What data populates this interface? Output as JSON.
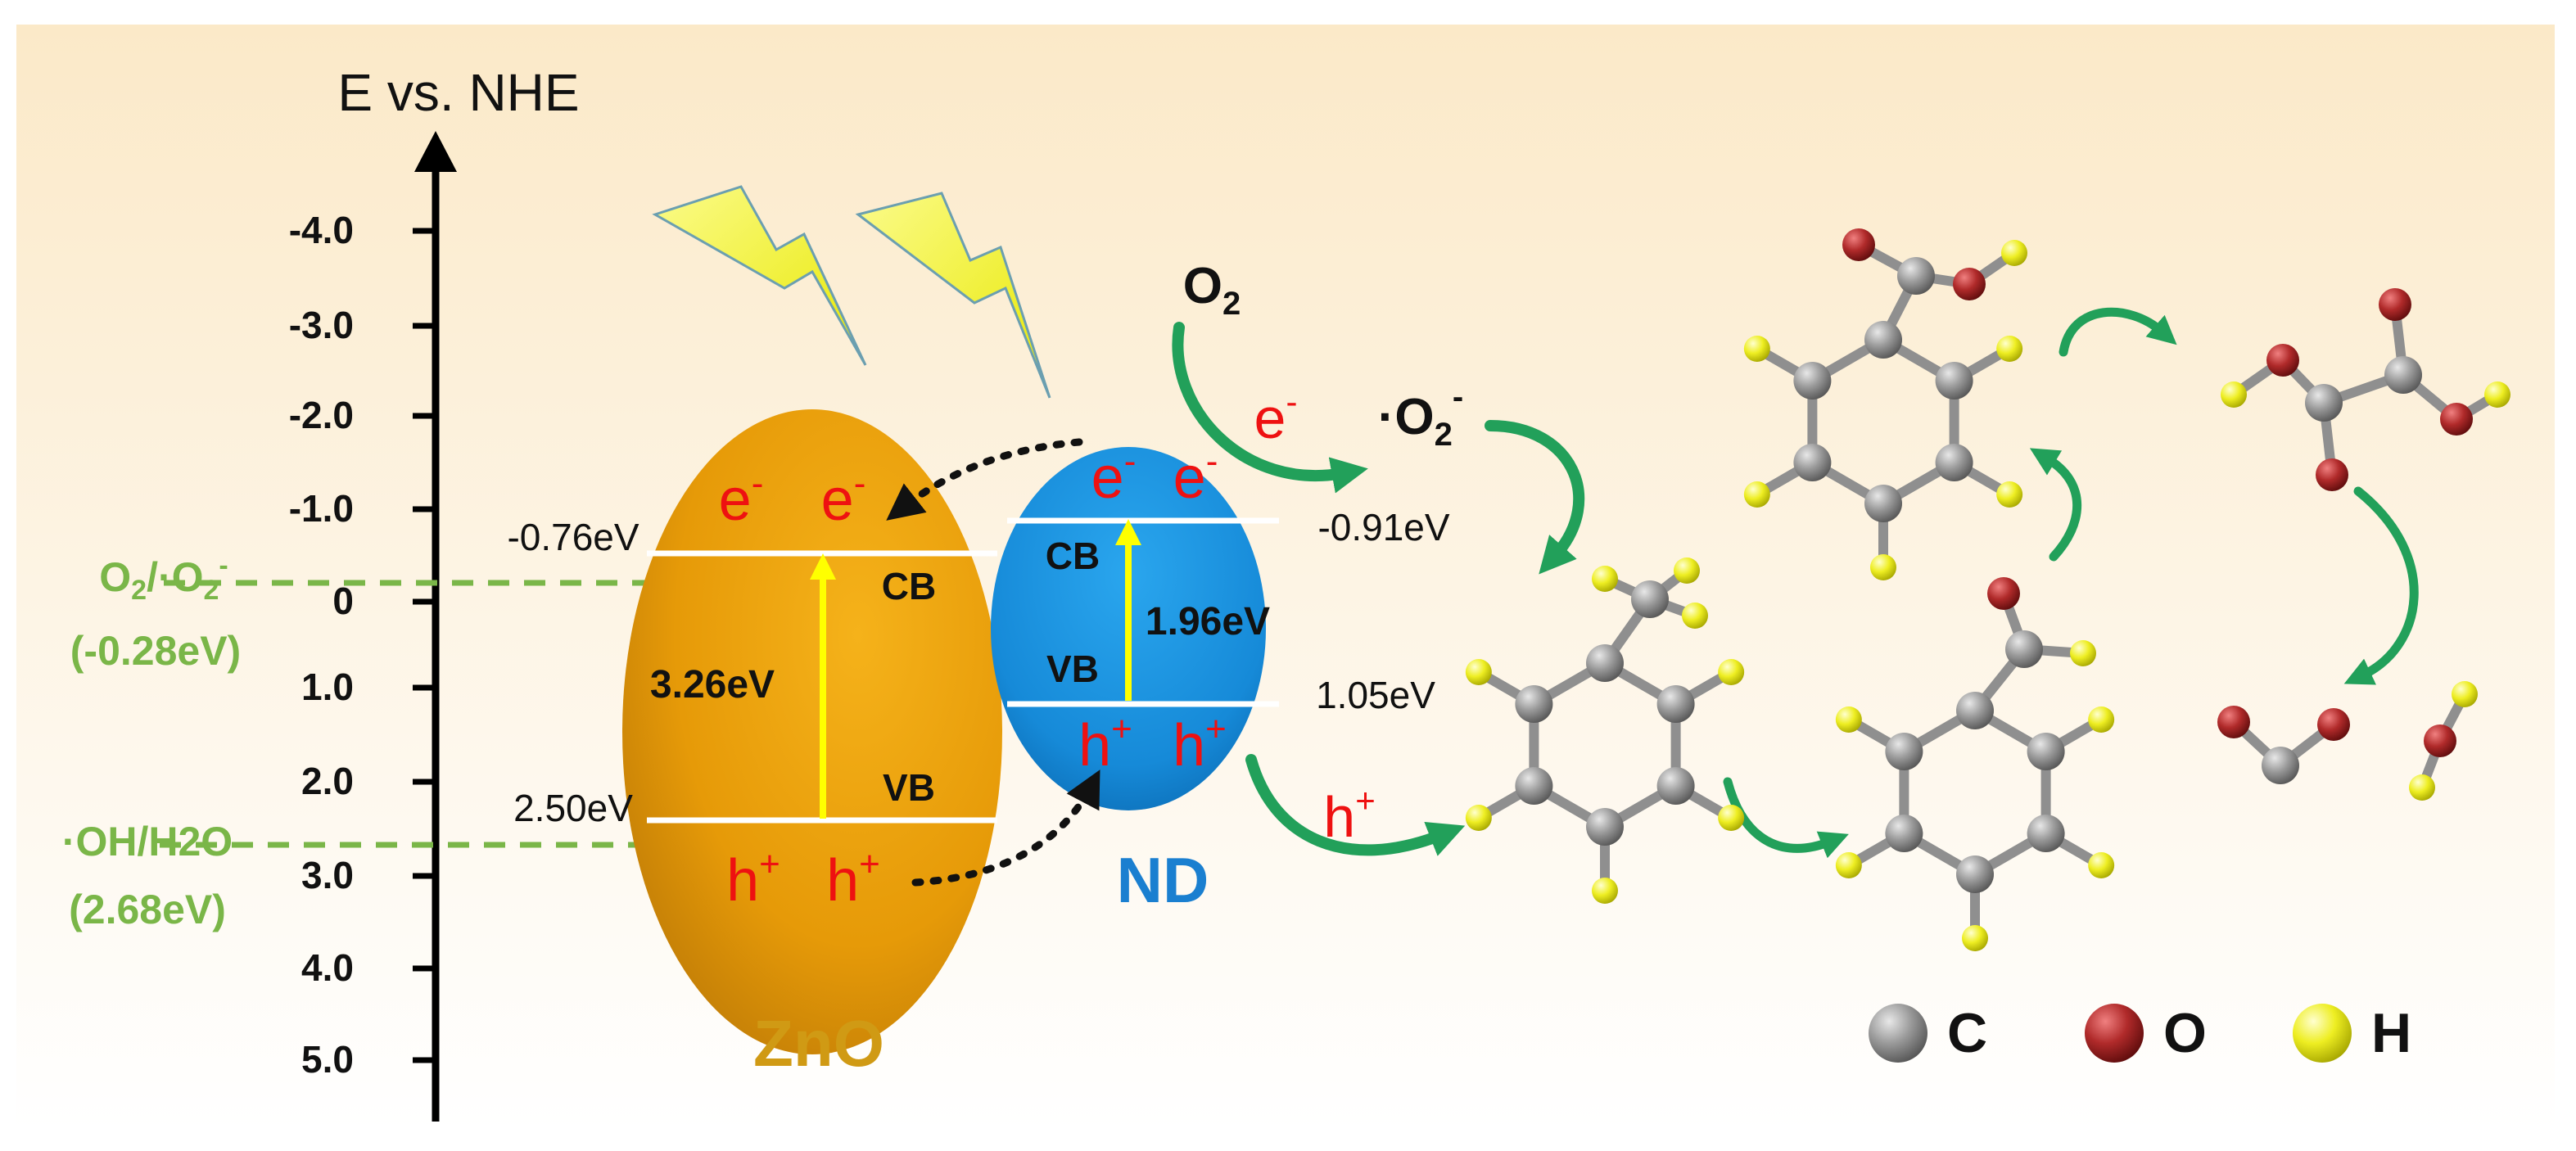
{
  "axis": {
    "title": "E vs. NHE",
    "ticks": [
      "-4.0",
      "-3.0",
      "-2.0",
      "-1.0",
      "0",
      "1.0",
      "2.0",
      "3.0",
      "4.0",
      "5.0"
    ]
  },
  "references": {
    "o2": {
      "label": "O2/·O2-",
      "value": "(-0.28eV)"
    },
    "oh": {
      "label": "·OH/H2O",
      "value": "(2.68eV)"
    }
  },
  "zno": {
    "name": "ZnO",
    "cb_potential": "-0.76eV",
    "vb_potential": "2.50eV",
    "cb_label": "CB",
    "vb_label": "VB",
    "band_gap": "3.26eV",
    "electron": "e",
    "hole": "h",
    "minus": "-",
    "plus": "+"
  },
  "nd": {
    "name": "ND",
    "cb_potential": "-0.91eV",
    "vb_potential": "1.05eV",
    "cb_label": "CB",
    "vb_label": "VB",
    "band_gap": "1.96eV",
    "electron": "e",
    "hole": "h",
    "minus": "-",
    "plus": "+"
  },
  "reactions": {
    "o2": "O",
    "o2_sub": "2",
    "e": "e",
    "e_sup": "-",
    "superoxide": "·O",
    "superoxide_sub": "2",
    "superoxide_sup": "-",
    "h": "h",
    "h_sup": "+"
  },
  "legend": [
    {
      "label": "C",
      "color": "#8a8a8a"
    },
    {
      "label": "O",
      "color": "#a8232a"
    },
    {
      "label": "H",
      "color": "#e6e61a"
    }
  ],
  "colors": {
    "zno": "#e8a00a",
    "nd": "#1a8ad6",
    "electron": "#ee1111",
    "reference": "#7ab648",
    "arrow": "#22a05a",
    "bandgap_arrow": "#ffff00"
  }
}
